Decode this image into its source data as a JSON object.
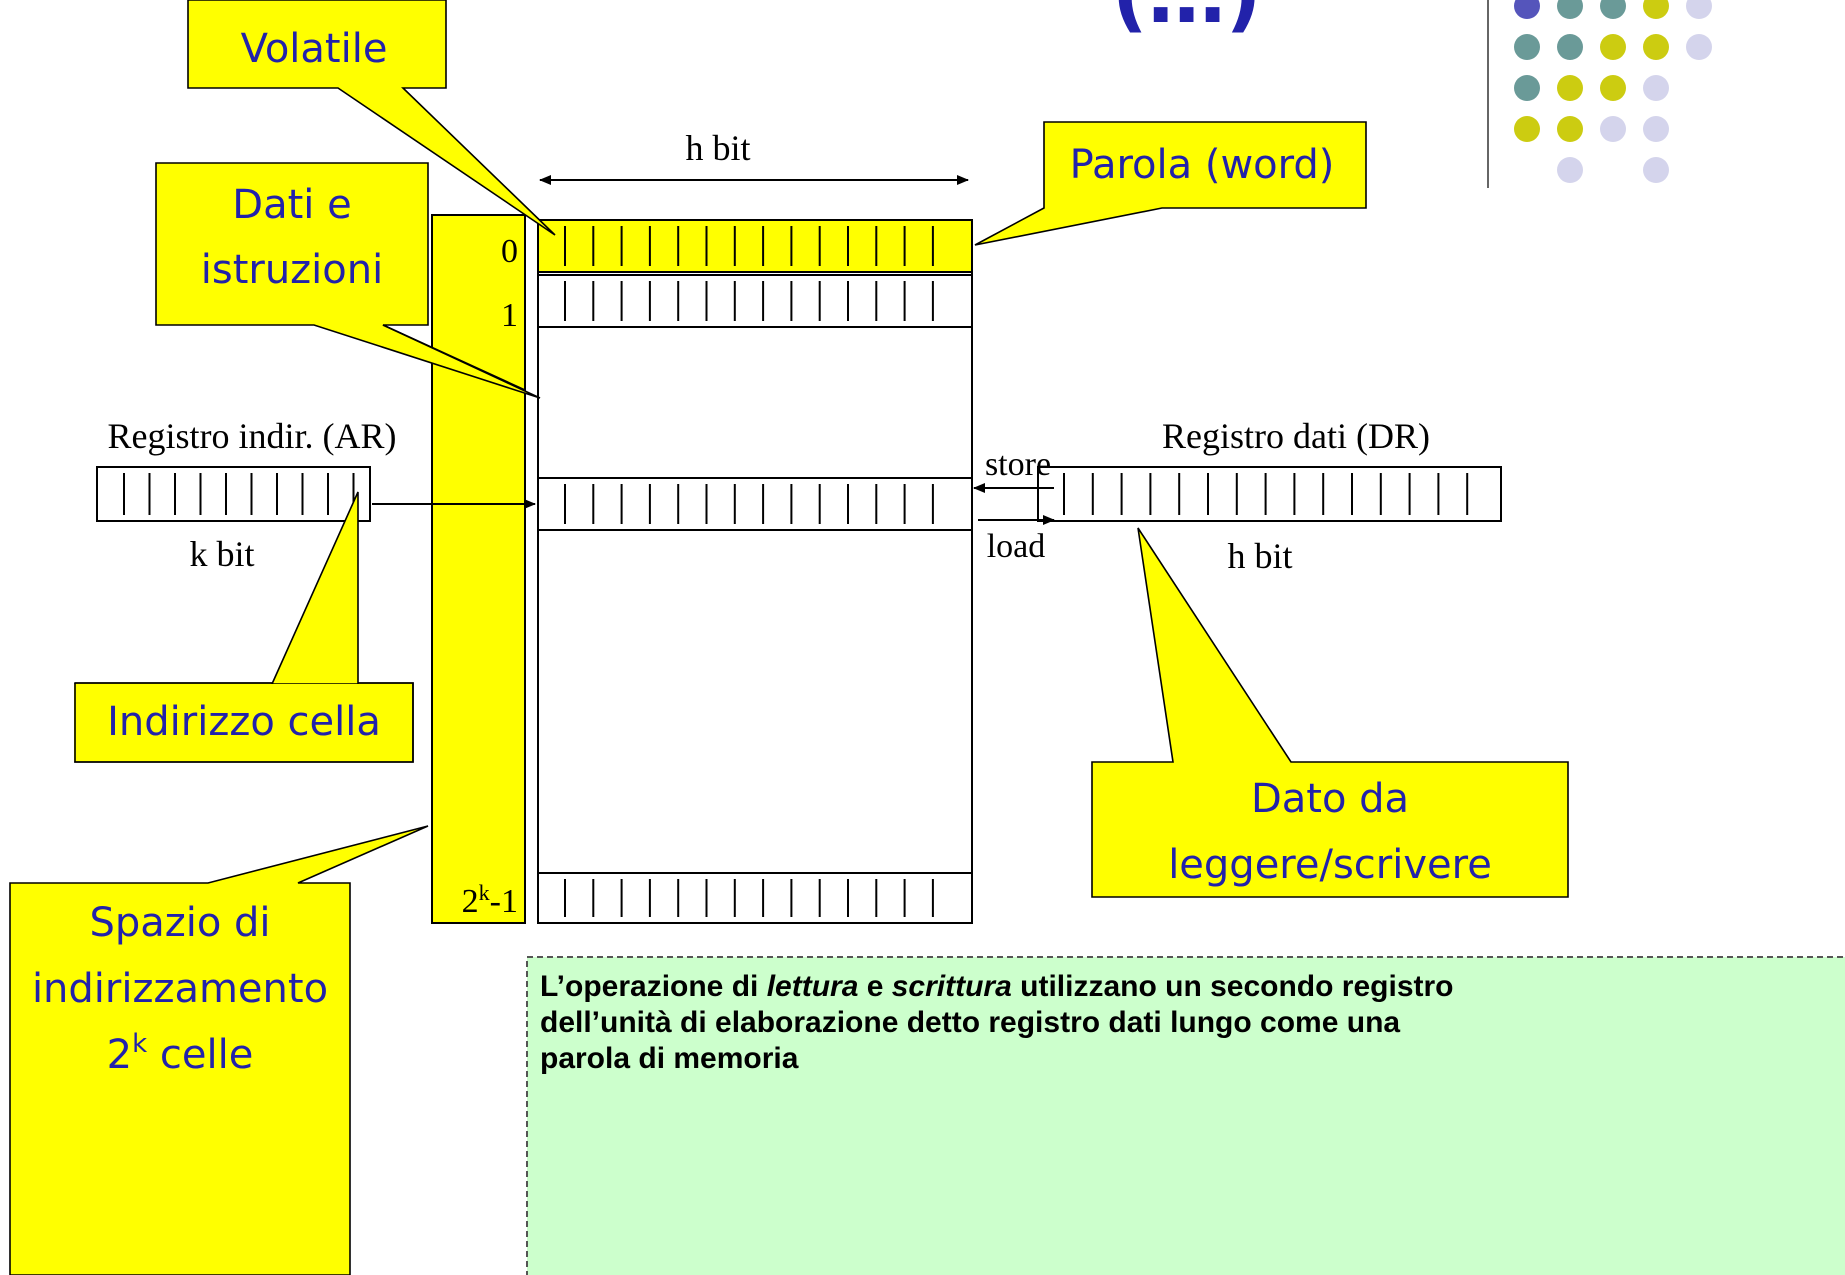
{
  "title_fragment": "(…)",
  "callouts": {
    "volatile": "Volatile",
    "data_instructions_line1": "Dati e",
    "data_instructions_line2": "istruzioni",
    "word": "Parola (word)",
    "cell_address": "Indirizzo cella",
    "data_rw_line1": "Dato da",
    "data_rw_line2": "leggere/scrivere",
    "address_space_line1": "Spazio di",
    "address_space_line2": "indirizzamento",
    "address_space_line3_base": "2",
    "address_space_line3_exp": "k",
    "address_space_line3_rest": " celle"
  },
  "memory": {
    "width_label": "h bit",
    "row_index_0": "0",
    "row_index_1": "1",
    "row_index_last_base": "2",
    "row_index_last_exp": "k",
    "row_index_last_rest": "-1"
  },
  "address_register": {
    "label": "Registro indir. (AR)",
    "size_label": "k bit"
  },
  "data_register": {
    "label": "Registro dati (DR)",
    "size_label": "h bit"
  },
  "operations": {
    "store": "store",
    "load": "load"
  },
  "note": {
    "line1_a": "L’operazione di ",
    "line1_b": "lettura",
    "line1_c": " e ",
    "line1_d": "scrittura",
    "line1_e": " utilizzano un secondo registro",
    "line2": "dell’unità di elaborazione detto registro dati lungo come una",
    "line3": "parola di memoria"
  },
  "colors": {
    "callout_fill": "#ffff00",
    "memory_band": "#ffff00",
    "note_fill": "#ccffcc",
    "title_blue": "#2222aa",
    "dot_teal": "#6a9a98",
    "dot_olive": "#cccc11",
    "dot_lavender": "#d4d4ec"
  }
}
